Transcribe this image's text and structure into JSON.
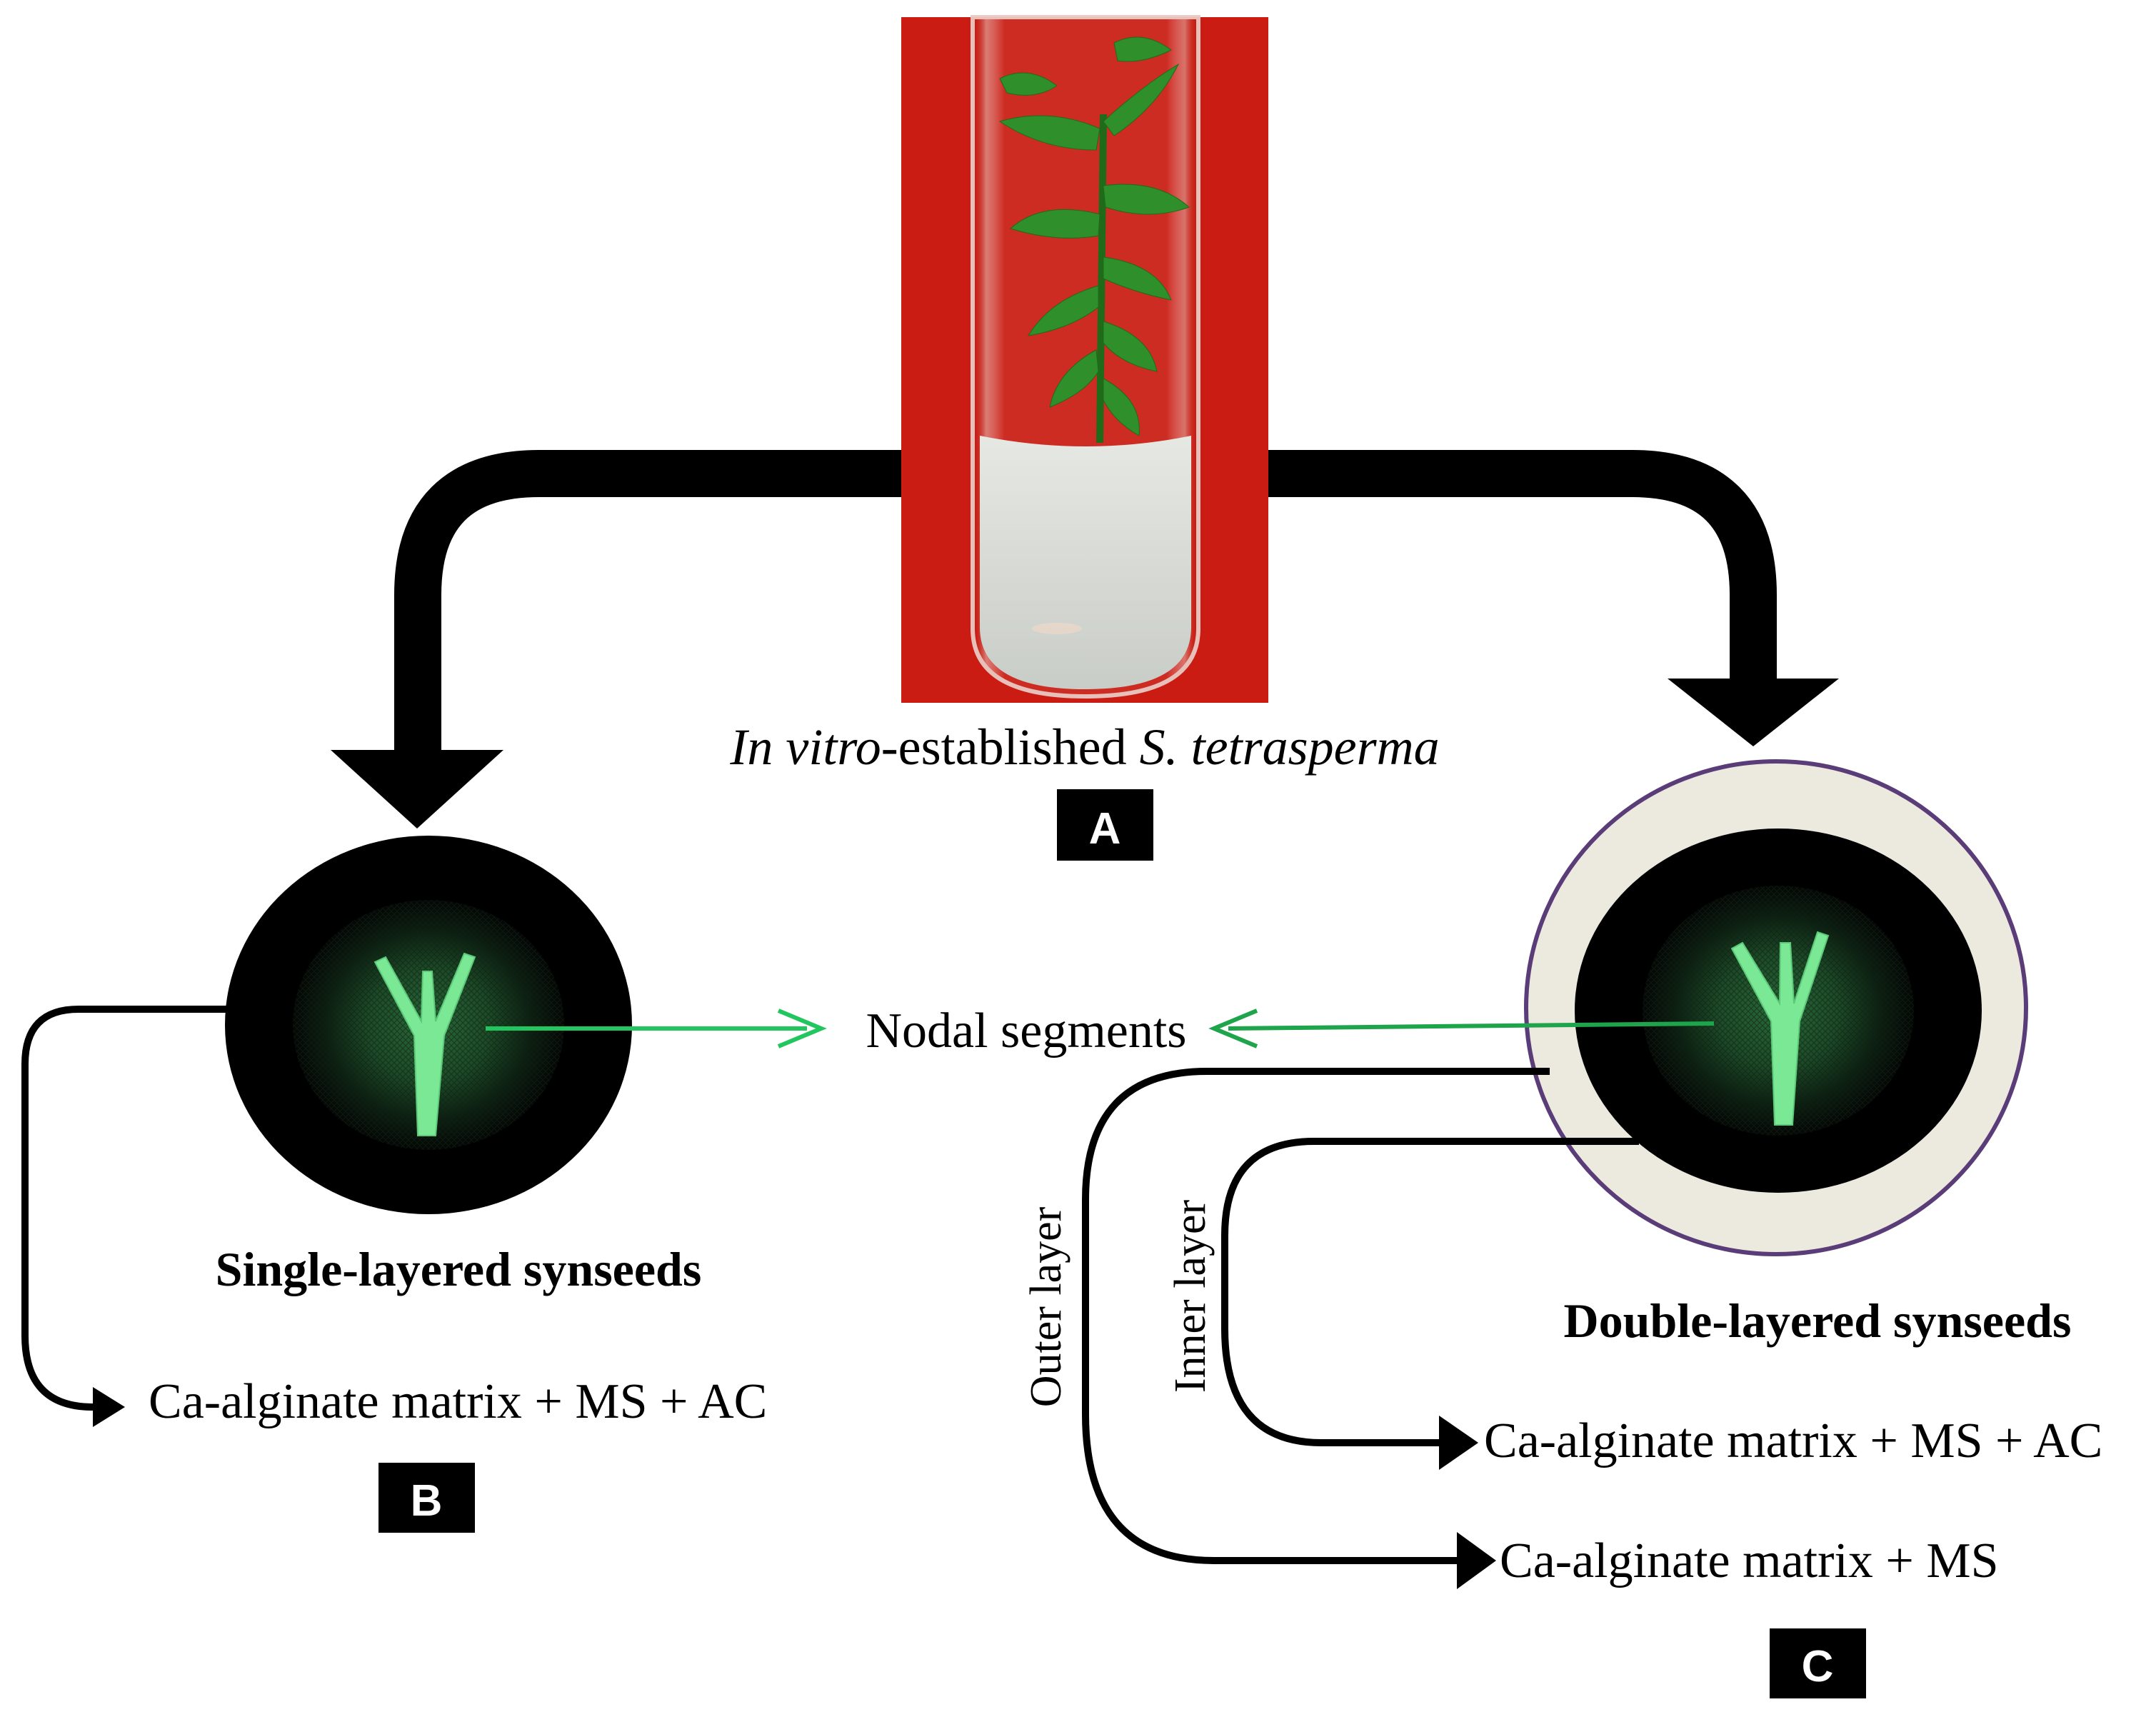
{
  "panel_a": {
    "caption_italic_1": "In vitro",
    "caption_plain": "-established ",
    "caption_italic_2": "S. tetrasperma",
    "badge": "A"
  },
  "panel_b": {
    "title": "Single-layered synseeds",
    "matrix_label": "Ca-alginate matrix + MS + AC",
    "badge": "B"
  },
  "panel_c": {
    "title": "Double-layered synseeds",
    "inner_layer_label": "Inner layer",
    "outer_layer_label": "Outer layer",
    "inner_matrix_label": "Ca-alginate matrix + MS + AC",
    "outer_matrix_label": "Ca-alginate matrix + MS",
    "badge": "C"
  },
  "center": {
    "nodal_label": "Nodal segments"
  },
  "colors": {
    "background_red": "#cc1a10",
    "agar": "#d9dcd6",
    "synseed_core": "#0a0a0a",
    "nodal_green": "#6fe08a",
    "outer_layer_fill": "#ece9df",
    "outer_layer_ring": "#5a3d78",
    "arrow_green": "#22c55e",
    "badge_bg": "#000000"
  }
}
